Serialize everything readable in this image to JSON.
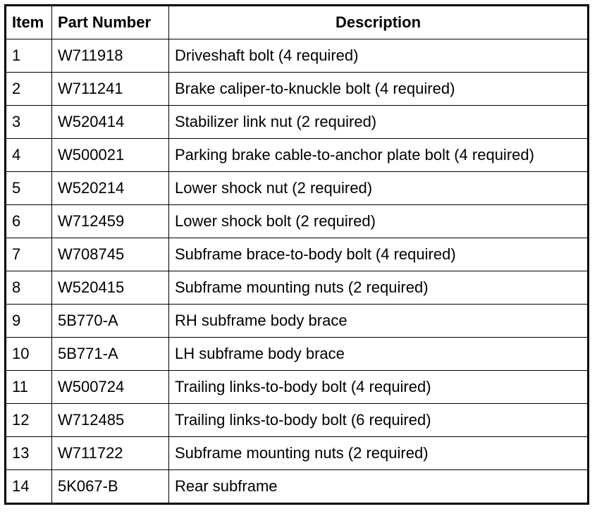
{
  "table": {
    "headers": {
      "item": "Item",
      "part_number": "Part Number",
      "description": "Description"
    },
    "rows": [
      {
        "item": "1",
        "part_number": "W711918",
        "description": "Driveshaft bolt (4 required)"
      },
      {
        "item": "2",
        "part_number": "W711241",
        "description": "Brake caliper-to-knuckle bolt (4 required)"
      },
      {
        "item": "3",
        "part_number": "W520414",
        "description": "Stabilizer link nut (2 required)"
      },
      {
        "item": "4",
        "part_number": "W500021",
        "description": "Parking brake cable-to-anchor plate bolt (4 required)"
      },
      {
        "item": "5",
        "part_number": "W520214",
        "description": "Lower shock nut (2 required)"
      },
      {
        "item": "6",
        "part_number": "W712459",
        "description": "Lower shock bolt (2 required)"
      },
      {
        "item": "7",
        "part_number": "W708745",
        "description": "Subframe brace-to-body bolt (4 required)"
      },
      {
        "item": "8",
        "part_number": "W520415",
        "description": "Subframe mounting nuts (2 required)"
      },
      {
        "item": "9",
        "part_number": "5B770-A",
        "description": "RH subframe body brace"
      },
      {
        "item": "10",
        "part_number": "5B771-A",
        "description": "LH subframe body brace"
      },
      {
        "item": "11",
        "part_number": "W500724",
        "description": "Trailing links-to-body bolt (4 required)"
      },
      {
        "item": "12",
        "part_number": "W712485",
        "description": "Trailing links-to-body bolt (6 required)"
      },
      {
        "item": "13",
        "part_number": "W711722",
        "description": "Subframe mounting nuts (2 required)"
      },
      {
        "item": "14",
        "part_number": "5K067-B",
        "description": "Rear subframe"
      }
    ]
  }
}
